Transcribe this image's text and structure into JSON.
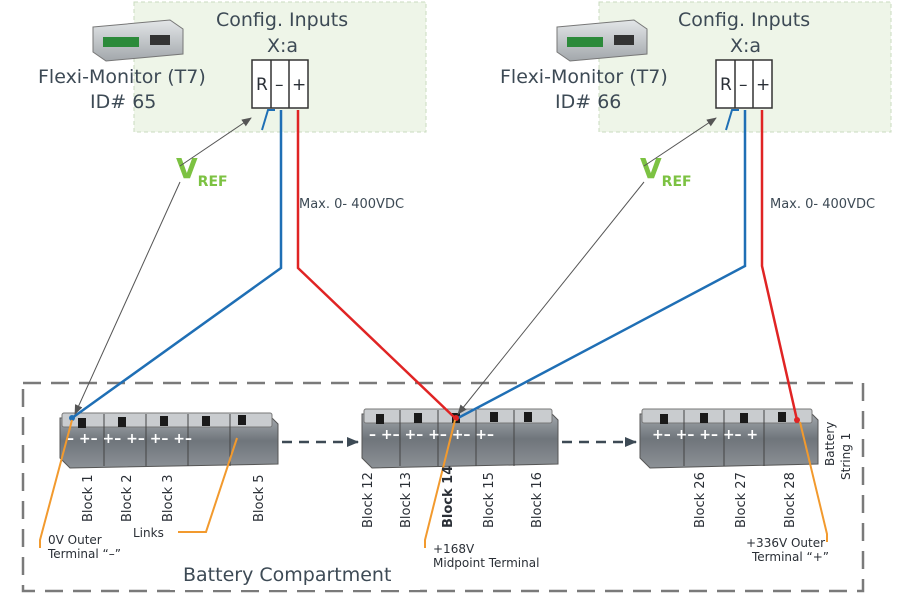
{
  "monitors": [
    {
      "header": "Config. Inputs",
      "port": "X:a",
      "name": "Flexi-Monitor (T7)",
      "id": "ID# 65",
      "terminals": [
        "R",
        "–",
        "+"
      ],
      "vref": "V",
      "vref_sub": "REF",
      "voltage": "Max. 0- 400VDC"
    },
    {
      "header": "Config. Inputs",
      "port": "X:a",
      "name": "Flexi-Monitor (T7)",
      "id": "ID# 66",
      "terminals": [
        "R",
        "–",
        "+"
      ],
      "vref": "V",
      "vref_sub": "REF",
      "voltage": "Max. 0- 400VDC"
    }
  ],
  "compartment_label": "Battery Compartment",
  "string_label": [
    "Battery",
    "String 1"
  ],
  "blocks": [
    "Block 1",
    "Block 2",
    "Block 3",
    "Block 5",
    "Block 12",
    "Block 13",
    "Block 14",
    "Block 15",
    "Block 16",
    "Block 26",
    "Block 27",
    "Block 28"
  ],
  "callouts": {
    "zero": [
      "0V Outer",
      "Terminal “–”"
    ],
    "links": "Links",
    "mid": [
      "+168V",
      "Midpoint Terminal"
    ],
    "top": [
      "+336V Outer",
      "Terminal “+”"
    ]
  },
  "colors": {
    "negative_wire": "#1f6fb5",
    "positive_wire": "#e02424",
    "vref": "#7cc242",
    "callout": "#f29a2e",
    "panel": "#eef5e8"
  }
}
